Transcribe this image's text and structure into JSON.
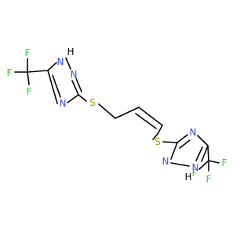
{
  "molecule": {
    "colors": {
      "F": "#33cc33",
      "N": "#3050f8",
      "S": "#b5a000",
      "bond": "#000000"
    },
    "atoms": {
      "f1a": "F",
      "f1b": "F",
      "f1c": "F",
      "n1": "N",
      "h1": "H",
      "n2": "N",
      "n4": "N",
      "s1": "S",
      "s2": "S",
      "n4b": "N",
      "n2b": "N",
      "n1b": "N",
      "h1b": "H",
      "f2a": "F",
      "f2b": "F",
      "f2c": "F"
    }
  }
}
